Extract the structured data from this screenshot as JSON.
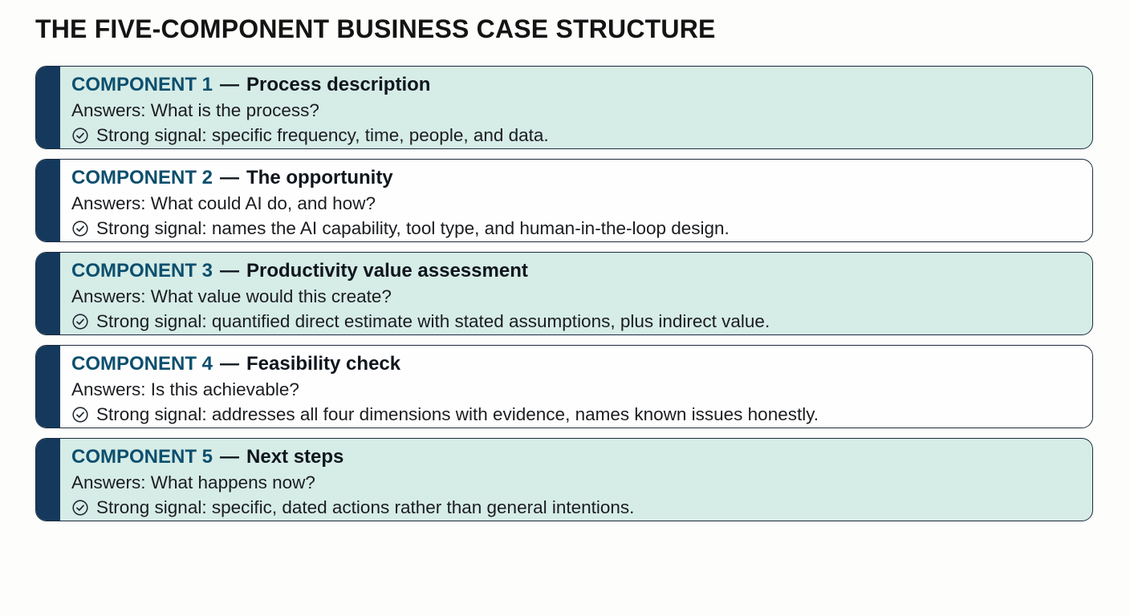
{
  "page": {
    "title": "THE FIVE-COMPONENT BUSINESS CASE STRUCTURE"
  },
  "colors": {
    "accent_bar": "#14395c",
    "card_mint": "#d6ece7",
    "card_white": "#fefefe",
    "heading_teal": "#0d4f6e",
    "border": "#1c2c3e"
  },
  "icons": {
    "signal": "check-circle-icon"
  },
  "components": [
    {
      "label": "COMPONENT 1",
      "separator": "—",
      "title": "Process description",
      "answers": "Answers: What is the process?",
      "signal": "Strong signal: specific frequency, time, people, and data.",
      "highlighted": true
    },
    {
      "label": "COMPONENT 2",
      "separator": "—",
      "title": "The opportunity",
      "answers": "Answers: What could AI do, and how?",
      "signal": "Strong signal: names the AI capability, tool type, and human-in-the-loop design.",
      "highlighted": false
    },
    {
      "label": "COMPONENT 3",
      "separator": "—",
      "title": "Productivity value assessment",
      "answers": "Answers: What value would this create?",
      "signal": "Strong signal: quantified direct estimate with stated assumptions, plus indirect value.",
      "highlighted": true
    },
    {
      "label": "COMPONENT 4",
      "separator": "—",
      "title": "Feasibility check",
      "answers": "Answers: Is this achievable?",
      "signal": "Strong signal: addresses all four dimensions with evidence, names known issues honestly.",
      "highlighted": false
    },
    {
      "label": "COMPONENT 5",
      "separator": "—",
      "title": "Next steps",
      "answers": "Answers: What happens now?",
      "signal": "Strong signal: specific, dated actions rather than general intentions.",
      "highlighted": true
    }
  ]
}
